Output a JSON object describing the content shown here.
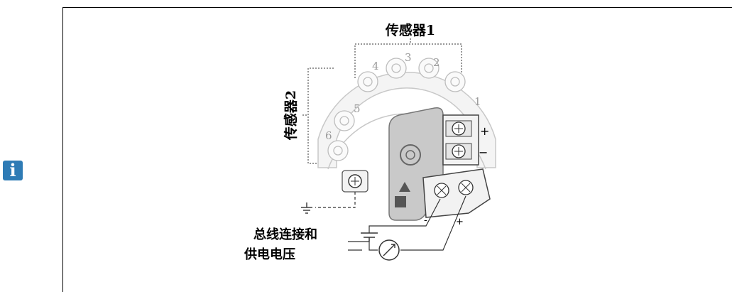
{
  "info_badge": {
    "glyph": "i",
    "icon": "info-icon",
    "color": "#2e7bb5"
  },
  "labels": {
    "sensor1": "传感器1",
    "sensor2": "传感器2",
    "bus_line1": "总线连接和",
    "bus_line2": "供电电压",
    "plus_upper": "+",
    "minus_upper": "−",
    "minus_lower": "-",
    "plus_lower": "+"
  },
  "terminals": [
    "1",
    "2",
    "3",
    "4",
    "5",
    "6"
  ],
  "icons": [
    "ground-icon",
    "current-meter-icon",
    "power-supply-icon",
    "screw-terminal-icon"
  ]
}
